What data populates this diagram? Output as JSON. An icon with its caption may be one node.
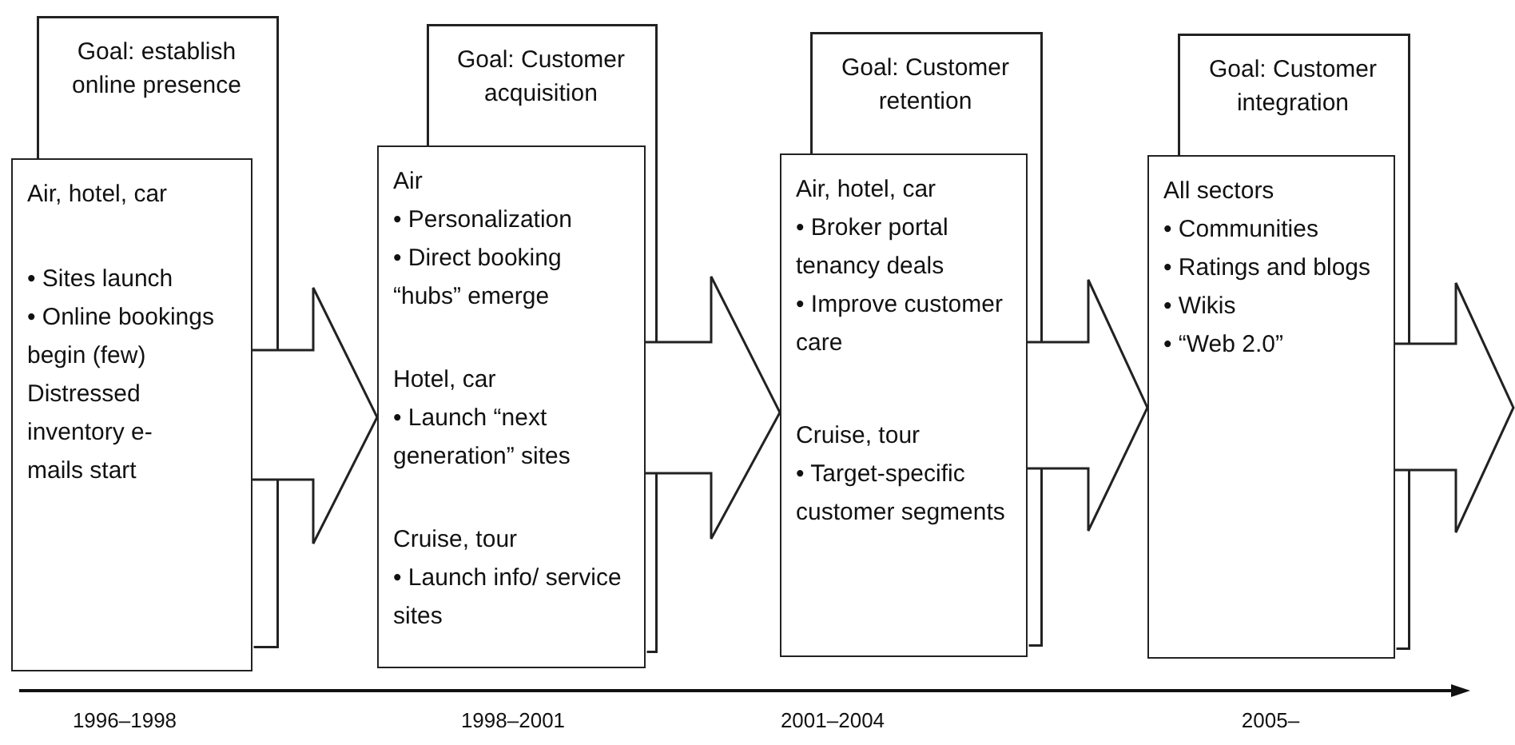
{
  "diagram": {
    "nodes": [
      {
        "text": [
          "Goal: establish online presence"
        ]
      },
      {
        "text": [
          "Air, hotel, car",
          "• Sites launch",
          "• Online bookings begin (few)",
          "Distressed inventory e-mails start"
        ]
      },
      {
        "text": [
          "Goal: Customer acquisition"
        ]
      },
      {
        "text": [
          "Air",
          "• Personalization",
          "• Direct booking “hubs” emerge",
          "Hotel, car",
          "• Launch “next generation” sites",
          "Cruise, tour",
          "• Launch info/ service sites"
        ]
      },
      {
        "text": [
          "Goal: Customer retention"
        ]
      },
      {
        "text": [
          "Air, hotel, car",
          "• Broker portal tenancy deals",
          "• Improve customer care",
          "Cruise, tour",
          "• Target-specific customer segments"
        ]
      },
      {
        "text": [
          "Goal: Customer integration"
        ]
      },
      {
        "text": [
          "All sectors",
          "• Communities",
          "• Ratings and blogs",
          "• Wikis",
          "• “Web 2.0”"
        ]
      }
    ],
    "edges": [
      {
        "from": 1,
        "to": 3,
        "arrow": "to"
      },
      {
        "from": 3,
        "to": 5,
        "arrow": "to"
      },
      {
        "from": 5,
        "to": 7,
        "arrow": "to"
      },
      {
        "from": 7,
        "to": null,
        "arrow": "to"
      }
    ],
    "labels": [
      "1996–1998",
      "1998–2001",
      "2001–2004",
      "2005–"
    ]
  }
}
